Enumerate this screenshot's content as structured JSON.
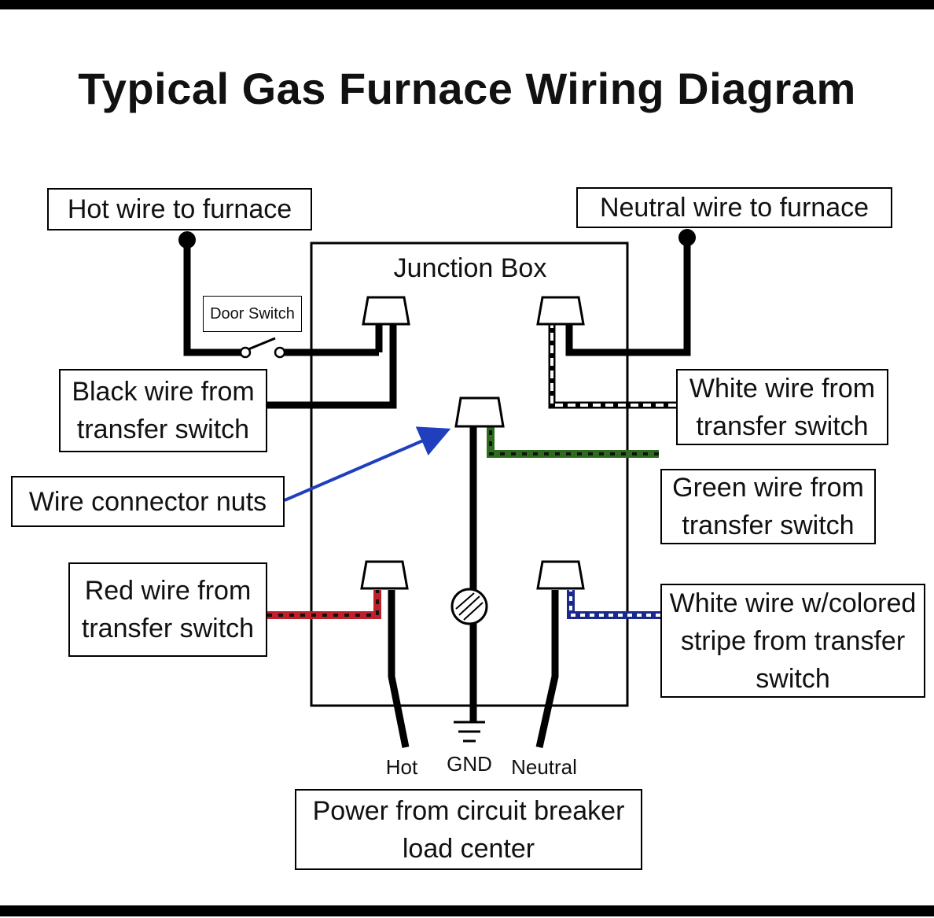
{
  "title": "Typical Gas Furnace Wiring Diagram",
  "junction_box_label": "Junction Box",
  "labels": {
    "hot_furnace": "Hot wire to furnace",
    "neutral_furnace": "Neutral wire to furnace",
    "door_switch": "Door Switch",
    "black_wire": "Black wire from transfer switch",
    "white_wire": "White wire from transfer switch",
    "connector_nuts": "Wire connector nuts",
    "green_wire": "Green wire from transfer switch",
    "red_wire": "Red wire from transfer switch",
    "white_striped_wire": "White wire w/colored stripe from transfer switch",
    "power_source": "Power from circuit breaker load center"
  },
  "terminals": {
    "hot": "Hot",
    "gnd": "GND",
    "neutral": "Neutral"
  },
  "colors": {
    "wire_black": "#000000",
    "wire_red": "#c0202a",
    "wire_green": "#2e6b1e",
    "wire_white_stripe": "#1a2a8c",
    "arrow_blue": "#1f3fbf"
  }
}
